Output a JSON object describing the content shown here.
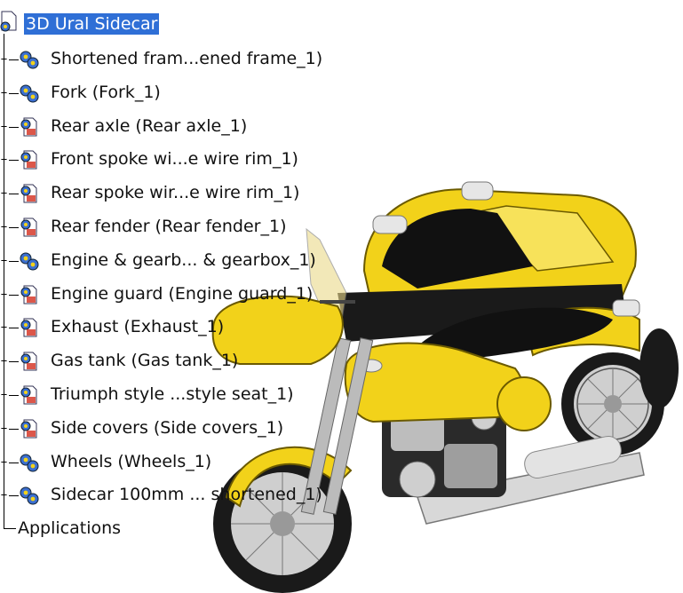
{
  "tree": {
    "root": {
      "label": "3D Ural Sidecar",
      "icon": "product-icon",
      "selected": true
    },
    "children": [
      {
        "label": "Shortened fram...ened frame_1)",
        "icon": "product-icon",
        "expander": "+"
      },
      {
        "label": "Fork (Fork_1)",
        "icon": "product-icon",
        "expander": "+"
      },
      {
        "label": "Rear axle (Rear axle_1)",
        "icon": "part-icon",
        "expander": "+"
      },
      {
        "label": "Front spoke wi...e wire rim_1)",
        "icon": "part-icon",
        "expander": "+"
      },
      {
        "label": "Rear spoke wir...e wire rim_1)",
        "icon": "part-icon",
        "expander": "+"
      },
      {
        "label": "Rear fender (Rear fender_1)",
        "icon": "part-icon",
        "expander": "+"
      },
      {
        "label": "Engine & gearb... & gearbox_1)",
        "icon": "product-icon",
        "expander": "+"
      },
      {
        "label": "Engine guard (Engine guard_1)",
        "icon": "part-icon",
        "expander": "+"
      },
      {
        "label": "Exhaust (Exhaust_1)",
        "icon": "part-icon",
        "expander": "+"
      },
      {
        "label": "Gas tank (Gas tank_1)",
        "icon": "part-icon",
        "expander": "+"
      },
      {
        "label": "Triumph style ...style seat_1)",
        "icon": "part-icon",
        "expander": "+"
      },
      {
        "label": "Side covers (Side covers_1)",
        "icon": "part-icon",
        "expander": "+"
      },
      {
        "label": "Wheels (Wheels_1)",
        "icon": "product-icon",
        "expander": "+"
      },
      {
        "label": "Sidecar 100mm ... shortened_1)",
        "icon": "product-icon",
        "expander": "+"
      }
    ],
    "applications": {
      "label": "Applications"
    }
  },
  "viewport": {
    "model_color": "#f2d21a",
    "background": "#ffffff"
  }
}
